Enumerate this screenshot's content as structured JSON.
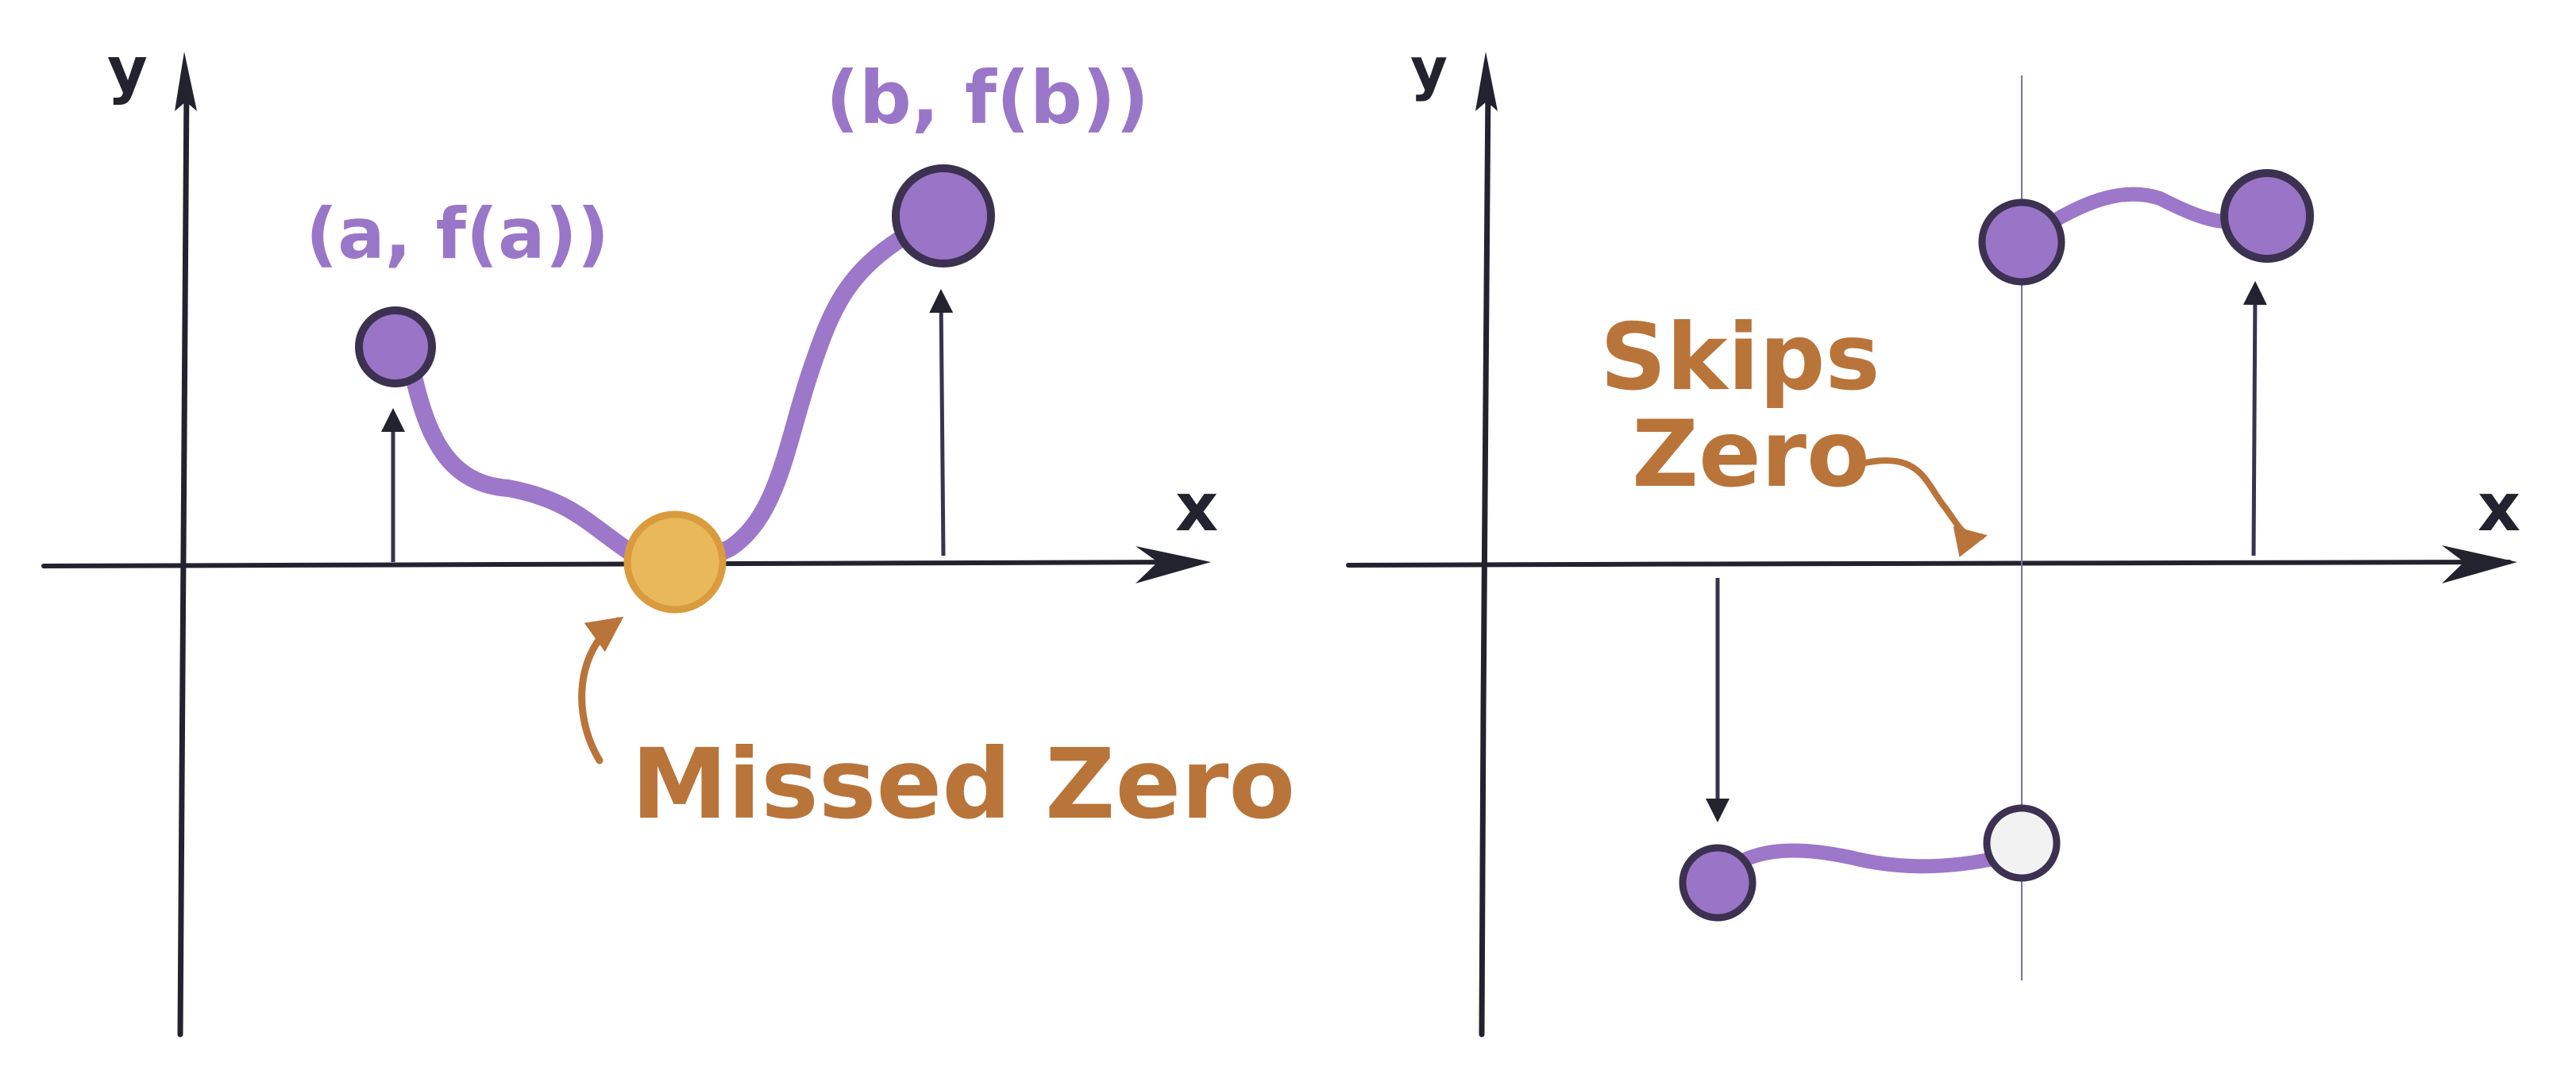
{
  "left_panel": {
    "y_axis_label": "y",
    "x_axis_label": "x",
    "point_a_label": "(a, f(a))",
    "point_b_label": "(b, f(b))",
    "annotation": "Missed Zero"
  },
  "right_panel": {
    "y_axis_label": "y",
    "x_axis_label": "x",
    "annotation_line1": "Skips",
    "annotation_line2": "Zero"
  },
  "colors": {
    "axis": "#23222f",
    "curve": "#9d77c9",
    "point_fill": "#9a74c7",
    "point_stroke": "#3c3150",
    "zero_fill": "#e9b85a",
    "zero_stroke": "#d99b3e",
    "annotation": "#b9743a",
    "label": "#9a76c8",
    "open_point_fill": "#f2f2f2",
    "discontinuity_line": "#7c7595"
  }
}
